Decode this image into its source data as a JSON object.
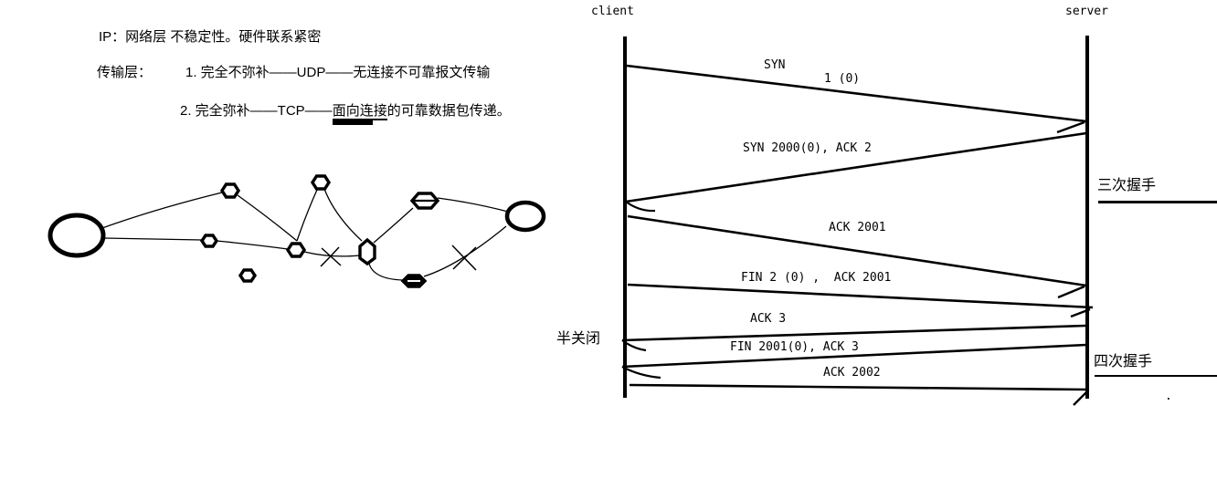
{
  "colors": {
    "ink": "#000000",
    "background": "#ffffff"
  },
  "notes": {
    "line1": "IP：网络层 不稳定性。硬件联系紧密",
    "line2_label": "传输层：",
    "line2_item": "1. 完全不弥补——UDP——无连接不可靠报文传输",
    "line3_prefix": "2. 完全弥补——TCP——",
    "line3_underlined": "面向连接",
    "line3_suffix": "的可靠数据包传递。"
  },
  "sequence": {
    "client_label": "client",
    "server_label": "server",
    "messages": [
      {
        "label": "SYN",
        "sublabel": "1 (0)",
        "from": "client",
        "to": "server"
      },
      {
        "label": "SYN 2000(0), ACK 2",
        "from": "server",
        "to": "client"
      },
      {
        "label": "ACK 2001",
        "from": "client",
        "to": "server"
      },
      {
        "label": "FIN 2 (0) ,  ACK 2001",
        "from": "client",
        "to": "server"
      },
      {
        "label": "ACK 3",
        "from": "server",
        "to": "client"
      },
      {
        "label": "FIN 2001(0), ACK 3",
        "from": "server",
        "to": "client"
      },
      {
        "label": "ACK 2002",
        "from": "client",
        "to": "server"
      }
    ],
    "annotations": {
      "three_way": "三次握手",
      "four_way": "四次握手",
      "half_close": "半关闭"
    },
    "stray_dot": "."
  }
}
